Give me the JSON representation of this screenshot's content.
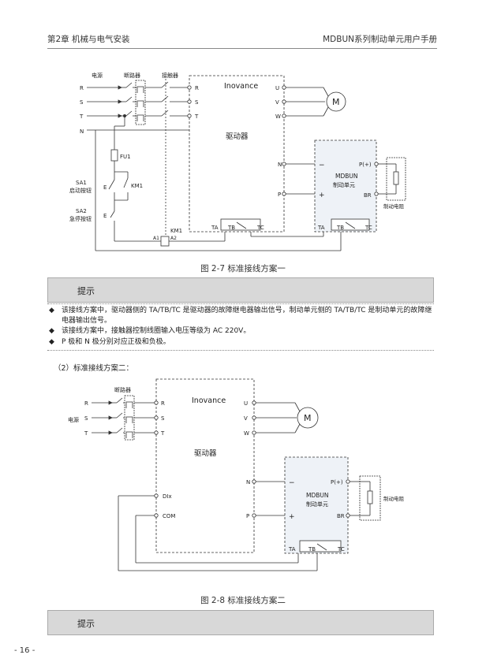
{
  "header": {
    "chapter": "第2章 机械与电气安装",
    "manual": "MDBUN系列制动单元用户手册"
  },
  "fig1": {
    "power_label": "电源",
    "breaker_label": "断路器",
    "contactor_label": "接触器",
    "phase_r": "R",
    "phase_s": "S",
    "phase_t": "T",
    "neutral": "N",
    "fuse": "FU1",
    "km1": "KM1",
    "sa1": "SA1",
    "sa1_desc": "启动按钮",
    "sa2": "SA2",
    "sa2_desc": "急停按钮",
    "coil_km1": "KM1",
    "a1": "A1",
    "a2": "A2",
    "e1": "E",
    "e2": "E"
  },
  "drive": {
    "brand": "Inovance",
    "name": "驱动器",
    "in_r": "R",
    "in_s": "S",
    "in_t": "T",
    "out_u": "U",
    "out_v": "V",
    "out_w": "W",
    "dc_n": "N",
    "dc_p": "P",
    "relay_a": "TA",
    "relay_b": "TB",
    "relay_c": "TC",
    "dix": "DIx",
    "com": "COM"
  },
  "motor": "M",
  "unit": {
    "model": "MDBUN",
    "name": "制动单元",
    "p": "P(+)",
    "br": "BR",
    "minus": "−",
    "plus": "+",
    "relay_a": "TA",
    "relay_b": "TB",
    "relay_c": "TC"
  },
  "resistor": "制动电阻",
  "caption1": "图 2-7  标准接线方案一",
  "tip1": {
    "title": "提示",
    "bullets": [
      "该接线方案中，驱动器侧的 TA/TB/TC 是驱动器的故障继电器输出信号，制动单元侧的 TA/TB/TC 是制动单元的故障继电器输出信号。",
      "该接线方案中，接触器控制线圈输入电压等级为 AC 220V。",
      "P 极和 N 极分别对应正极和负极。"
    ]
  },
  "section2": "（2）标准接线方案二：",
  "fig2": {
    "breaker_label": "断路器",
    "power_label": "电源",
    "phase_r": "R",
    "phase_s": "S",
    "phase_t": "T"
  },
  "caption2": "图 2-8  标准接线方案二",
  "tip2": {
    "title": "提示"
  },
  "page": "- 16 -"
}
